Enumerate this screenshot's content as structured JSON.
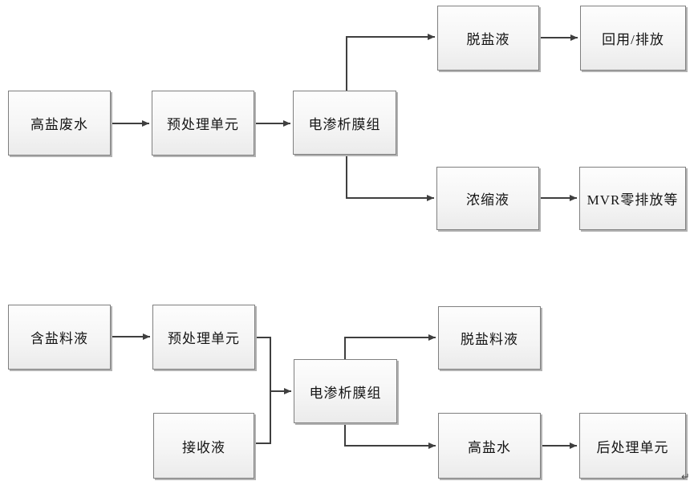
{
  "page": {
    "background": "#ffffff",
    "paragraph_mark": "↵"
  },
  "colors": {
    "box_fill_top": "#fdfdfd",
    "box_fill_bottom": "#ebebeb",
    "box_border": "#7f7f7f",
    "box_shadow": "#b2b2b2",
    "connector": "#3f3f3f",
    "text": "#141414"
  },
  "diagram_top": {
    "description": "high-salt wastewater electrodialysis process flow",
    "nodes": [
      {
        "id": "high-salt-wastewater",
        "label": "高盐废水"
      },
      {
        "id": "pretreatment-unit",
        "label": "预处理单元"
      },
      {
        "id": "electrodialysis-membrane-stack",
        "label": "电渗析膜组"
      },
      {
        "id": "desalted-liquid",
        "label": "脱盐液"
      },
      {
        "id": "reuse-discharge",
        "label": "回用/排放"
      },
      {
        "id": "concentrate-liquid",
        "label": "浓缩液"
      },
      {
        "id": "mvr-zero-discharge",
        "label": "MVR零排放等"
      }
    ],
    "edges": [
      "高盐废水→预处理单元",
      "预处理单元→电渗析膜组",
      "电渗析膜组→脱盐液",
      "电渗析膜组→浓缩液",
      "脱盐液→回用/排放",
      "浓缩液→MVR零排放等"
    ]
  },
  "diagram_bottom": {
    "description": "salt-containing feed liquid electrodialysis process flow",
    "nodes": [
      {
        "id": "salt-containing-feed",
        "label": "含盐料液"
      },
      {
        "id": "pretreatment-unit-2",
        "label": "预处理单元"
      },
      {
        "id": "receiving-liquid",
        "label": "接收液"
      },
      {
        "id": "electrodialysis-membrane-stack-2",
        "label": "电渗析膜组"
      },
      {
        "id": "desalted-feed-liquid",
        "label": "脱盐料液"
      },
      {
        "id": "high-salt-water",
        "label": "高盐水"
      },
      {
        "id": "post-treatment-unit",
        "label": "后处理单元"
      }
    ],
    "edges": [
      "含盐料液→预处理单元",
      "预处理单元→电渗析膜组",
      "接收液→电渗析膜组",
      "电渗析膜组→脱盐料液",
      "电渗析膜组→高盐水",
      "高盐水→后处理单元"
    ]
  }
}
